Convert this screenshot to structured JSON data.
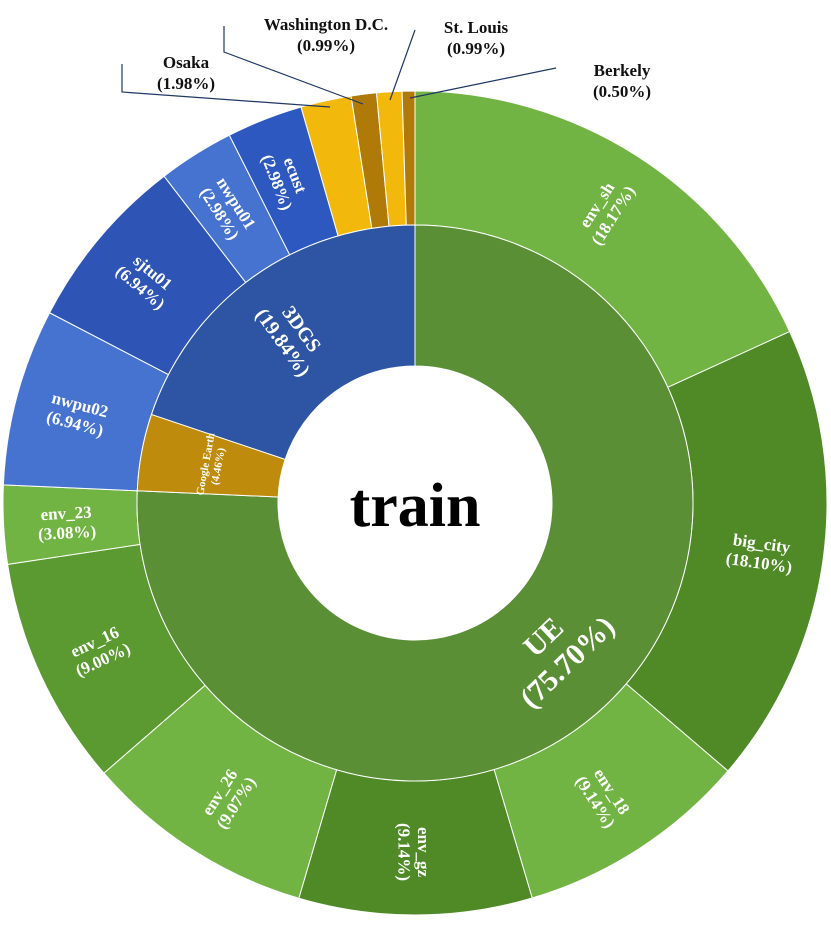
{
  "chart_data": {
    "type": "sunburst",
    "center_label": "train",
    "inner": [
      {
        "name": "UE",
        "percent": "75.70%",
        "value": 75.7,
        "color": "#5b8f36"
      },
      {
        "name": "Google Earth",
        "percent": "4.46%",
        "value": 4.46,
        "color": "#bf8b0c"
      },
      {
        "name": "3DGS",
        "percent": "19.84%",
        "value": 19.84,
        "color": "#2e55a3"
      }
    ],
    "outer": [
      {
        "name": "env_sh",
        "percent": "18.17%",
        "value": 18.17,
        "parent": "UE",
        "color": "#72b443"
      },
      {
        "name": "big_city",
        "percent": "18.10%",
        "value": 18.1,
        "parent": "UE",
        "color": "#4f8a27"
      },
      {
        "name": "env_18",
        "percent": "9.14%",
        "value": 9.14,
        "parent": "UE",
        "color": "#72b443"
      },
      {
        "name": "env_gz",
        "percent": "9.14%",
        "value": 9.14,
        "parent": "UE",
        "color": "#4f8a27"
      },
      {
        "name": "env_26",
        "percent": "9.07%",
        "value": 9.07,
        "parent": "UE",
        "color": "#72b443"
      },
      {
        "name": "env_16",
        "percent": "9.00%",
        "value": 9.0,
        "parent": "UE",
        "color": "#5a9a30"
      },
      {
        "name": "env_23",
        "percent": "3.08%",
        "value": 3.08,
        "parent": "UE",
        "color": "#72b443"
      },
      {
        "name": "nwpu02",
        "percent": "6.94%",
        "value": 6.94,
        "parent": "3DGS",
        "color": "#4673d0"
      },
      {
        "name": "sjtu01",
        "percent": "6.94%",
        "value": 6.94,
        "parent": "3DGS",
        "color": "#2e55b5"
      },
      {
        "name": "nwpu01",
        "percent": "2.98%",
        "value": 2.98,
        "parent": "3DGS",
        "color": "#4673d0"
      },
      {
        "name": "ecust",
        "percent": "2.98%",
        "value": 2.98,
        "parent": "3DGS",
        "color": "#2d58c0"
      },
      {
        "name": "Osaka",
        "percent": "1.98%",
        "value": 1.98,
        "parent": "Google Earth",
        "color": "#f3b80c"
      },
      {
        "name": "Washington D.C.",
        "percent": "0.99%",
        "value": 0.99,
        "parent": "Google Earth",
        "color": "#b07a08"
      },
      {
        "name": "St. Louis",
        "percent": "0.99%",
        "value": 0.99,
        "parent": "Google Earth",
        "color": "#f3b80c"
      },
      {
        "name": "Berkely",
        "percent": "0.50%",
        "value": 0.5,
        "parent": "Google Earth",
        "color": "#b07a08"
      }
    ]
  }
}
